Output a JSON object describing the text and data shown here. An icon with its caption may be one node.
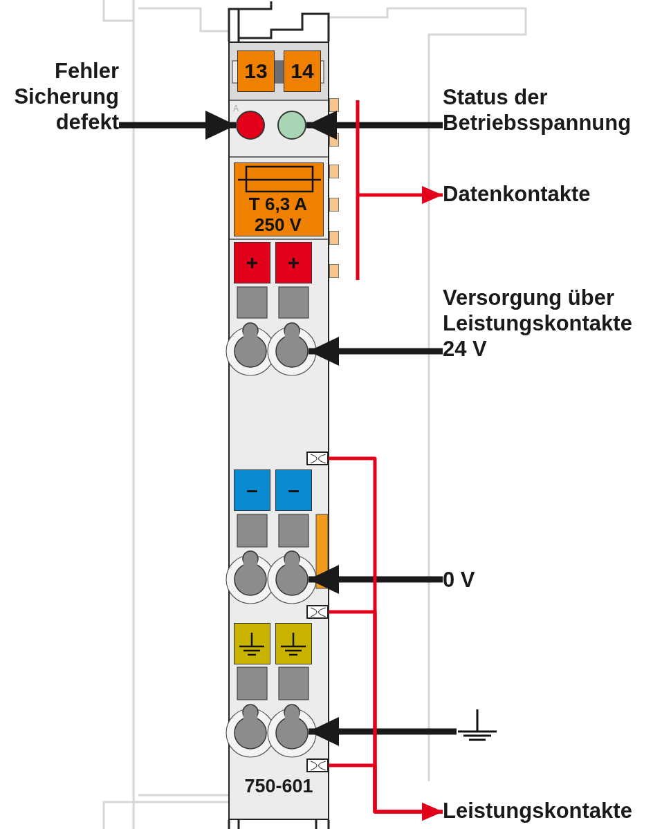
{
  "diagram": {
    "nodes": [
      {
        "text": [
          "Fehler Sicherung defekt"
        ]
      },
      {
        "text": [
          "750-601"
        ]
      },
      {
        "text": [
          "13"
        ],
        "in": 1
      },
      {
        "text": [
          "14"
        ],
        "in": 1
      },
      {
        "text": [],
        "shape": "circle",
        "in": 1
      },
      {
        "text": [],
        "shape": "circle",
        "in": 1
      },
      {
        "text": [
          "Status der Betriebsspannung"
        ]
      },
      {
        "text": [
          "T 6,3 A",
          "250 V"
        ],
        "in": 1
      },
      {
        "text": [
          "Datenkontakte"
        ]
      },
      {
        "text": [
          "+"
        ],
        "in": 1
      },
      {
        "text": [
          "+"
        ],
        "in": 1
      },
      {
        "text": [],
        "shape": "circle",
        "in": 1
      },
      {
        "text": [
          "Versorgung über Leistungskontakte 24 V"
        ]
      },
      {
        "text": [],
        "shape": "box",
        "in": 1
      },
      {
        "text": [
          "–"
        ],
        "in": 1
      },
      {
        "text": [
          "–"
        ],
        "in": 1
      },
      {
        "text": [],
        "shape": "circle",
        "in": 1
      },
      {
        "text": [
          "0 V"
        ]
      },
      {
        "text": [],
        "shape": "box",
        "in": 1
      },
      {
        "text": [],
        "shape": "box",
        "in": 1
      },
      {
        "text": [],
        "shape": "box",
        "in": 1
      },
      {
        "text": [],
        "shape": "circle",
        "in": 1
      },
      {
        "text": [],
        "shape": "picture"
      },
      {
        "text": [],
        "shape": "box",
        "in": 1
      },
      {
        "text": [
          "Leistungskontakte"
        ]
      }
    ],
    "edges": [
      {
        "from": 0,
        "to": 4,
        "arrow": "to"
      },
      {
        "from": 6,
        "to": 5,
        "arrow": "to"
      },
      {
        "from": null,
        "to": 8,
        "arrow": "to",
        "color": "#e2001a"
      },
      {
        "from": 12,
        "to": 11,
        "arrow": "to"
      },
      {
        "from": 17,
        "to": 16,
        "arrow": "to"
      },
      {
        "from": 22,
        "to": 21,
        "arrow": "to"
      },
      {
        "from": 13,
        "to": 24,
        "arrow": "to",
        "color": "#e2001a"
      },
      {
        "from": 18,
        "to": 24,
        "arrow": "to",
        "color": "#e2001a"
      },
      {
        "from": 23,
        "to": 24,
        "arrow": "to",
        "color": "#e2001a"
      }
    ],
    "labels": [
      "A"
    ]
  }
}
